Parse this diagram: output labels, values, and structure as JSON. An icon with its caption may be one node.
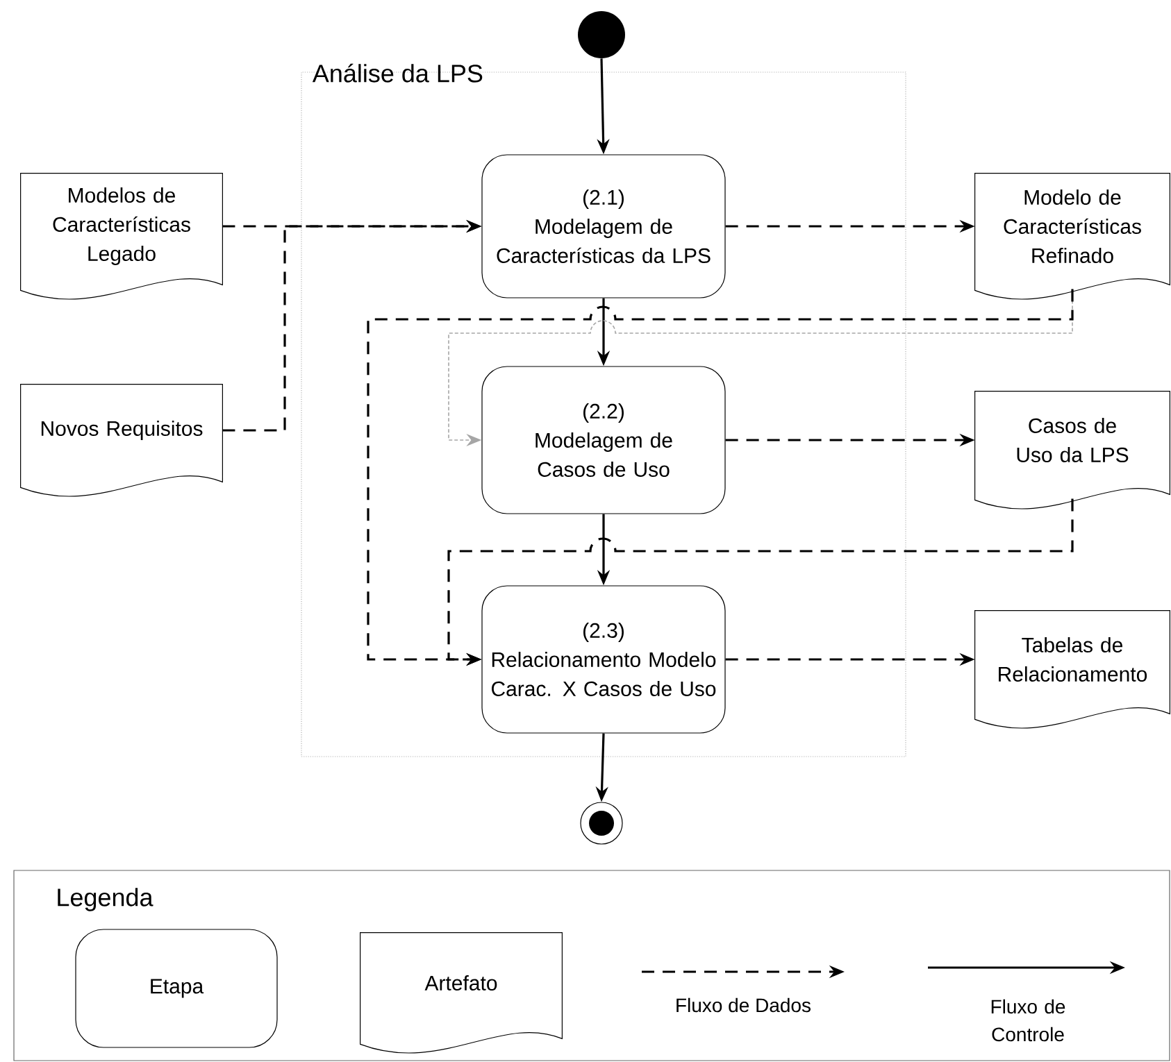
{
  "diagram": {
    "nodes": [
      {
        "text": [
          "Análise da LPS"
        ]
      },
      {
        "text": [
          "Modelos de Características Legado"
        ]
      },
      {
        "text": [
          "Novos Requisitos"
        ]
      },
      {
        "text": [
          "(2.1)",
          "Modelagem de Características da LPS"
        ],
        "in": 0
      },
      {
        "text": [
          "Modelo de Características Refinado"
        ]
      },
      {
        "text": [
          "(2.2)",
          "Modelagem de Casos de Uso"
        ],
        "in": 0
      },
      {
        "text": [
          "Casos de Uso da LPS"
        ]
      },
      {
        "text": [
          "(2.3)",
          "Relacionamento Modelo Carac. X Casos de Uso"
        ],
        "in": 0
      },
      {
        "text": [
          "Tabelas de Relacionamento"
        ]
      },
      {
        "text": [],
        "shape": "circle"
      },
      {
        "text": [],
        "shape": "circle"
      }
    ],
    "edges": [
      {
        "from": 9,
        "to": 3,
        "arrow": "to"
      },
      {
        "from": 1,
        "to": 3,
        "arrow": "to",
        "style": "dashed"
      },
      {
        "from": 2,
        "to": 3,
        "arrow": "to",
        "style": "dashed"
      },
      {
        "from": 3,
        "to": 4,
        "arrow": "to",
        "style": "dashed"
      },
      {
        "from": 3,
        "to": 5,
        "arrow": "to"
      },
      {
        "from": 4,
        "to": 5,
        "arrow": "to",
        "style": "dashed",
        "color": "#a6a6a6"
      },
      {
        "from": 4,
        "to": 7,
        "arrow": "to",
        "style": "dashed"
      },
      {
        "from": 5,
        "to": 6,
        "arrow": "to",
        "style": "dashed"
      },
      {
        "from": 5,
        "to": 7,
        "arrow": "to"
      },
      {
        "from": 6,
        "to": 7,
        "arrow": "to",
        "style": "dashed"
      },
      {
        "from": 7,
        "to": 8,
        "arrow": "to",
        "style": "dashed"
      },
      {
        "from": 7,
        "to": 10,
        "arrow": "to"
      }
    ],
    "labels": [
      "Legenda"
    ],
    "legend": [
      {
        "text": "Etapa"
      },
      {
        "text": "Artefato"
      },
      {
        "text": "Fluxo de Dados"
      },
      {
        "text": "Fluxo de Controle"
      }
    ]
  }
}
